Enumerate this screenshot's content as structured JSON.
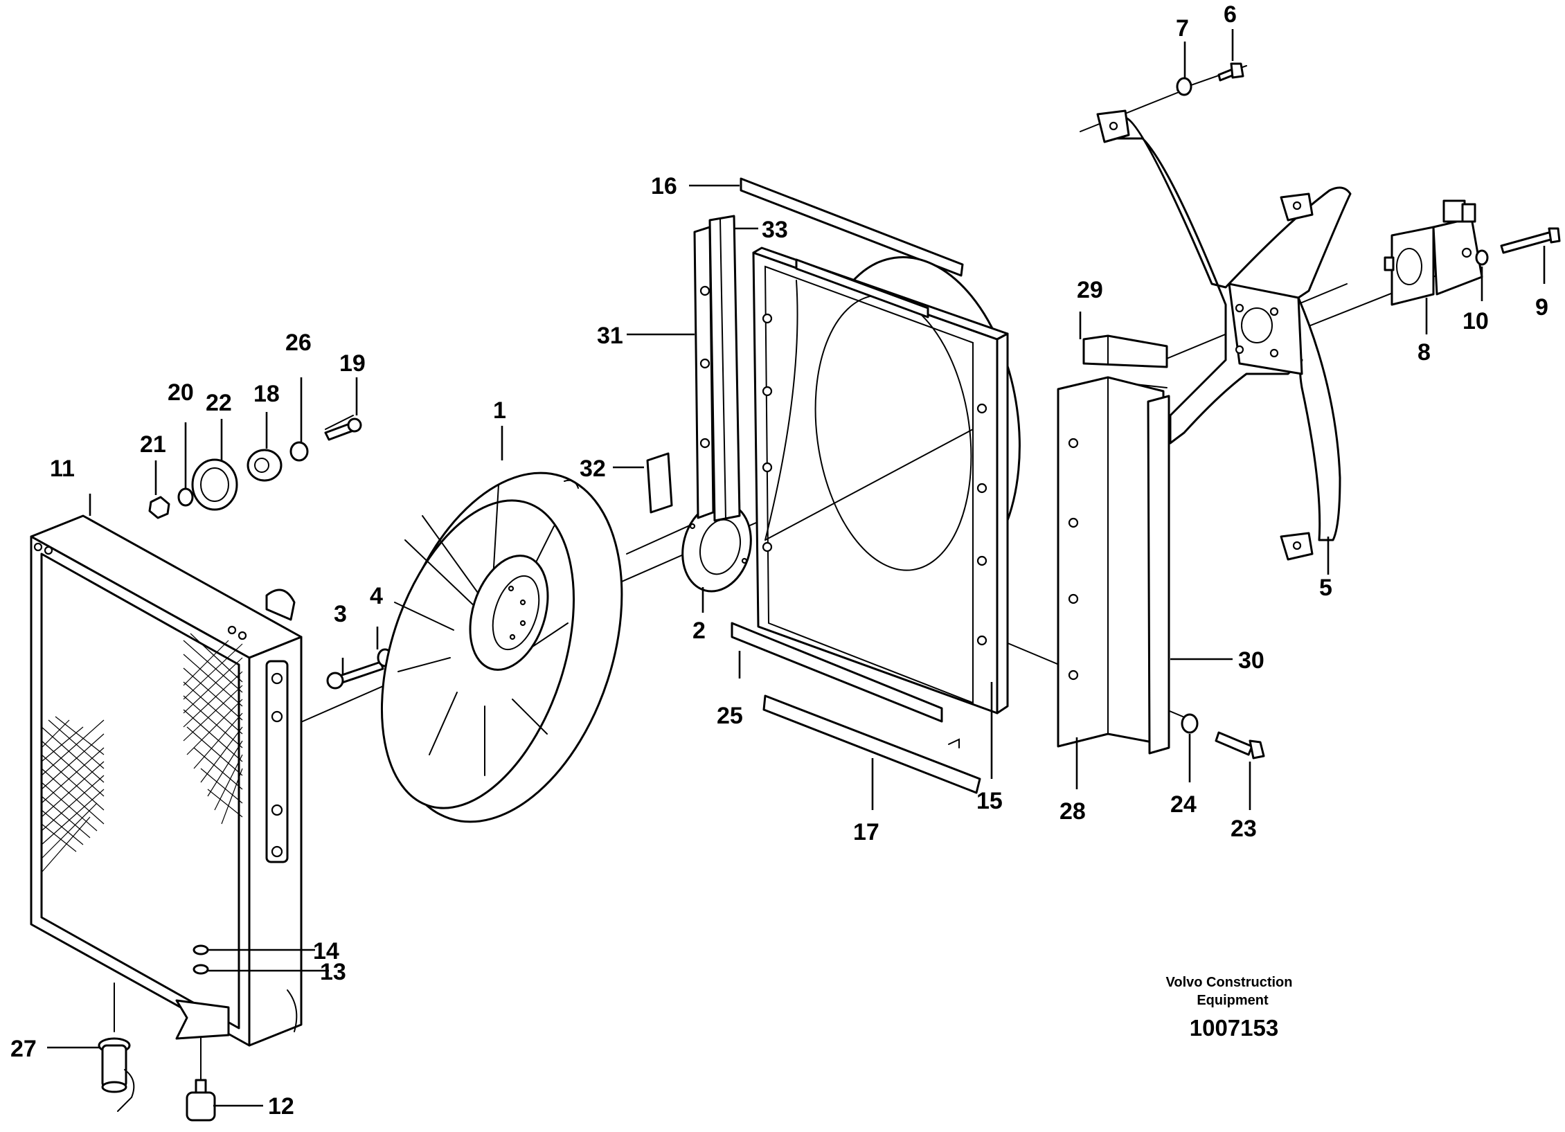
{
  "diagram": {
    "callouts": [
      {
        "id": "1",
        "text": "1"
      },
      {
        "id": "2",
        "text": "2"
      },
      {
        "id": "3",
        "text": "3"
      },
      {
        "id": "4",
        "text": "4"
      },
      {
        "id": "5",
        "text": "5"
      },
      {
        "id": "6",
        "text": "6"
      },
      {
        "id": "7",
        "text": "7"
      },
      {
        "id": "8",
        "text": "8"
      },
      {
        "id": "9",
        "text": "9"
      },
      {
        "id": "10",
        "text": "10"
      },
      {
        "id": "11",
        "text": "11"
      },
      {
        "id": "12",
        "text": "12"
      },
      {
        "id": "13",
        "text": "13"
      },
      {
        "id": "14",
        "text": "14"
      },
      {
        "id": "15",
        "text": "15"
      },
      {
        "id": "16",
        "text": "16"
      },
      {
        "id": "17",
        "text": "17"
      },
      {
        "id": "18",
        "text": "18"
      },
      {
        "id": "19",
        "text": "19"
      },
      {
        "id": "20",
        "text": "20"
      },
      {
        "id": "21",
        "text": "21"
      },
      {
        "id": "22",
        "text": "22"
      },
      {
        "id": "23",
        "text": "23"
      },
      {
        "id": "24",
        "text": "24"
      },
      {
        "id": "25",
        "text": "25"
      },
      {
        "id": "26",
        "text": "26"
      },
      {
        "id": "27",
        "text": "27"
      },
      {
        "id": "28",
        "text": "28"
      },
      {
        "id": "29",
        "text": "29"
      },
      {
        "id": "30",
        "text": "30"
      },
      {
        "id": "31",
        "text": "31"
      },
      {
        "id": "32",
        "text": "32"
      },
      {
        "id": "33",
        "text": "33"
      }
    ],
    "credit_line1": "Volvo Construction",
    "credit_line2": "Equipment",
    "document_number": "1007153",
    "colors": {
      "line": "#000000",
      "background": "#ffffff"
    }
  }
}
